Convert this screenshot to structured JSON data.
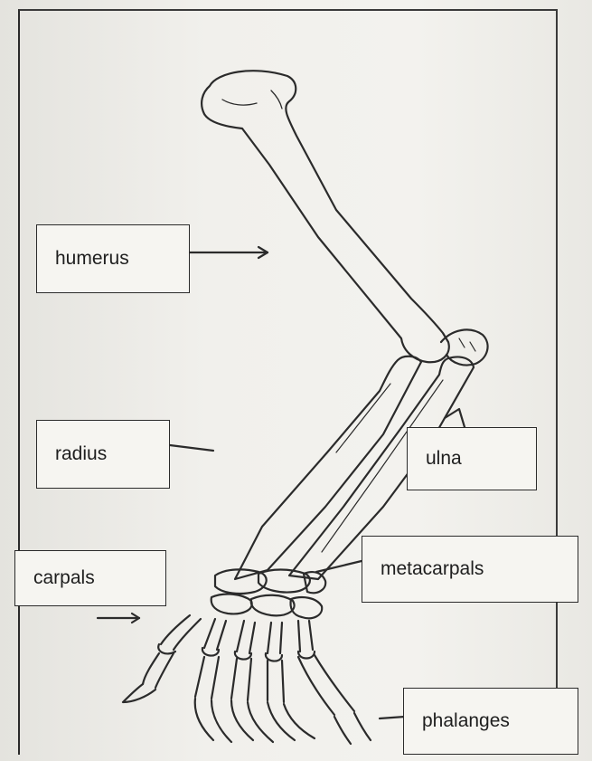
{
  "labels": {
    "humerus": "humerus",
    "radius": "radius",
    "ulna": "ulna",
    "carpals": "carpals",
    "metacarpals": "metacarpals",
    "phalanges": "phalanges"
  },
  "colors": {
    "ink": "#2b2b2b",
    "paper": "#f1f0ec"
  }
}
